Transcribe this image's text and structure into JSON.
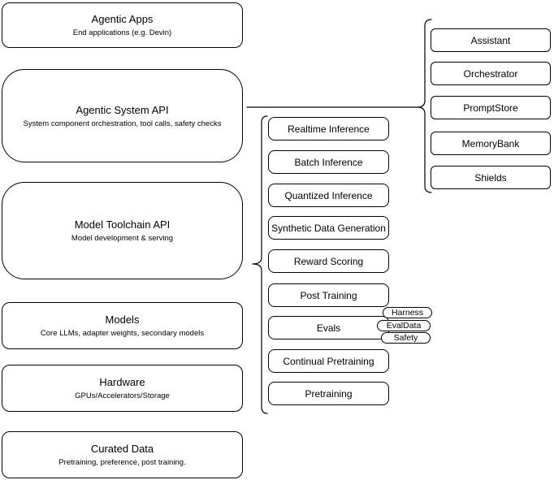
{
  "colors": {
    "stroke": "#000000",
    "background": "#ffffff",
    "text": "#000000"
  },
  "stack": {
    "layers": [
      {
        "title": "Agentic Apps",
        "subtitle": "End applications (e.g. Devin)"
      },
      {
        "title": "Agentic System API",
        "subtitle": "System component orchestration, tool calls, safety checks"
      },
      {
        "title": "Model Toolchain API",
        "subtitle": "Model development & serving"
      },
      {
        "title": "Models",
        "subtitle": "Core LLMs, adapter weights, secondary models"
      },
      {
        "title": "Hardware",
        "subtitle": "GPUs/Accelerators/Storage"
      },
      {
        "title": "Curated Data",
        "subtitle": "Pretraining, preference, post training."
      }
    ]
  },
  "toolchain": {
    "items": [
      "Realtime Inference",
      "Batch Inference",
      "Quantized Inference",
      "Synthetic Data Generation",
      "Reward Scoring",
      "Post Training",
      "Evals",
      "Continual Pretraining",
      "Pretraining"
    ],
    "eval_tags": [
      "Harness",
      "EvalData",
      "Safety"
    ]
  },
  "system_components": {
    "items": [
      "Assistant",
      "Orchestrator",
      "PromptStore",
      "MemoryBank",
      "Shields"
    ]
  }
}
